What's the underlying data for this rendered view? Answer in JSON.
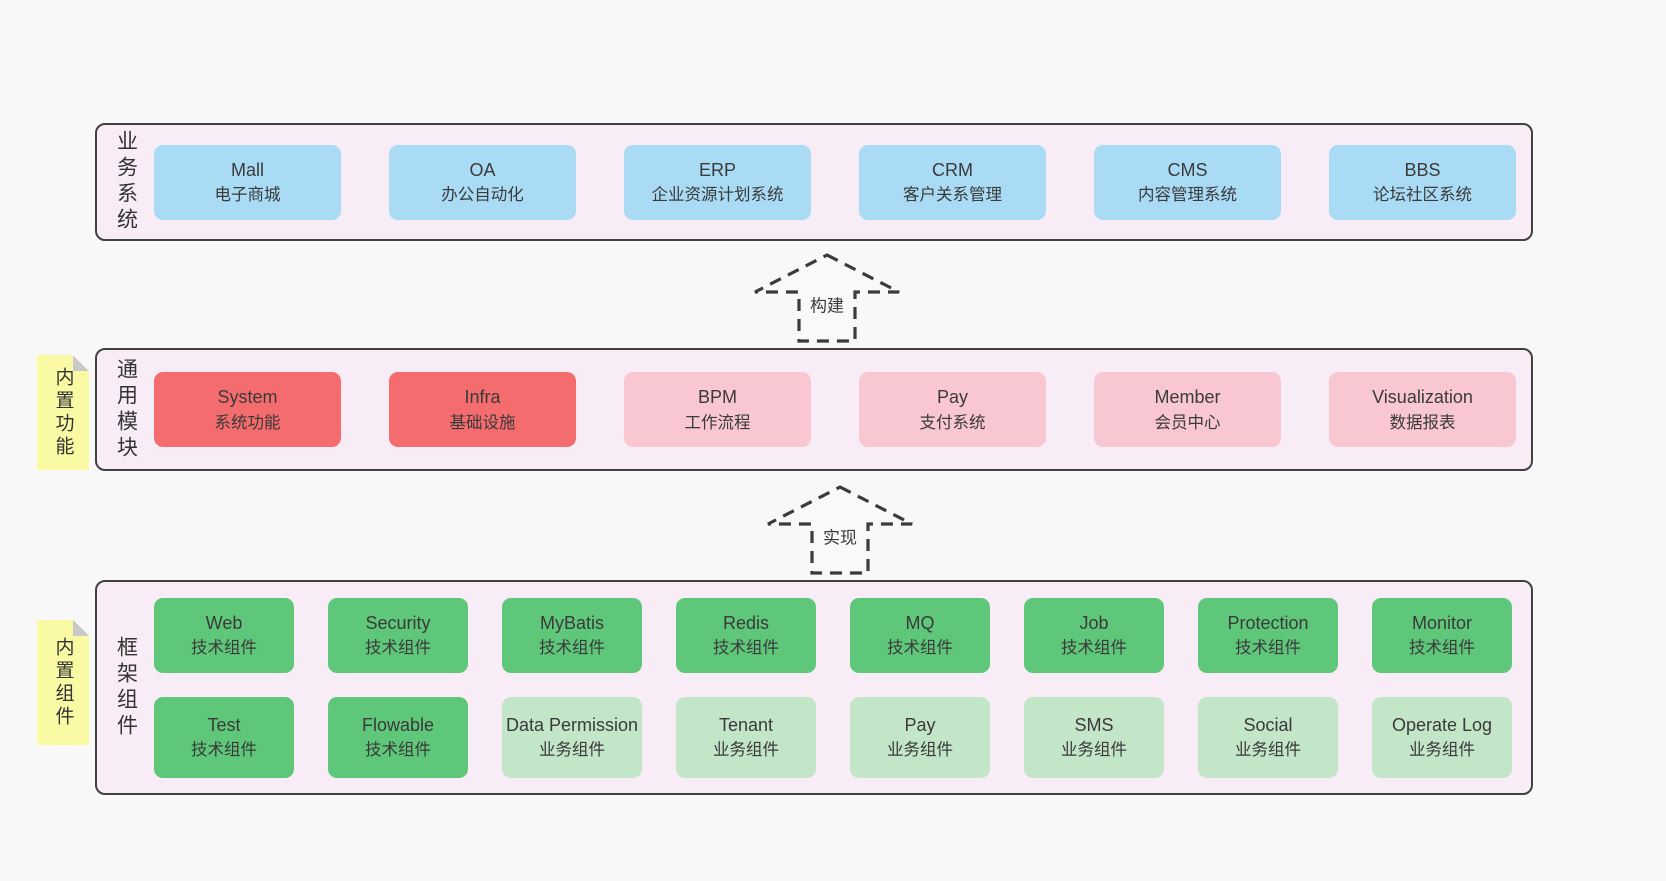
{
  "diagram": {
    "colors": {
      "page_bg": "#f8f8f8",
      "layer_bg": "#f8edf6",
      "layer_border": "#414141",
      "blue": "#a9dbf5",
      "red": "#f56c6e",
      "pink": "#f9c7d1",
      "green": "#5fc77a",
      "lightgreen": "#c3e5c8",
      "sticky_yellow": "#fafaa4",
      "sticky_fold": "#c9c9c9",
      "text": "#3a3a3a"
    },
    "arrows": [
      {
        "label": "构建"
      },
      {
        "label": "实现"
      }
    ],
    "layers": [
      {
        "key": "business",
        "label": "业务系统",
        "sticky": null,
        "rows": [
          [
            {
              "title": "Mall",
              "subtitle": "电子商城",
              "variant": "blue"
            },
            {
              "title": "OA",
              "subtitle": "办公自动化",
              "variant": "blue"
            },
            {
              "title": "ERP",
              "subtitle": "企业资源计划系统",
              "variant": "blue"
            },
            {
              "title": "CRM",
              "subtitle": "客户关系管理",
              "variant": "blue"
            },
            {
              "title": "CMS",
              "subtitle": "内容管理系统",
              "variant": "blue"
            },
            {
              "title": "BBS",
              "subtitle": "论坛社区系统",
              "variant": "blue"
            }
          ]
        ]
      },
      {
        "key": "common",
        "label": "通用模块",
        "sticky": "内置功能",
        "rows": [
          [
            {
              "title": "System",
              "subtitle": "系统功能",
              "variant": "red"
            },
            {
              "title": "Infra",
              "subtitle": "基础设施",
              "variant": "red"
            },
            {
              "title": "BPM",
              "subtitle": "工作流程",
              "variant": "pink"
            },
            {
              "title": "Pay",
              "subtitle": "支付系统",
              "variant": "pink"
            },
            {
              "title": "Member",
              "subtitle": "会员中心",
              "variant": "pink"
            },
            {
              "title": "Visualization",
              "subtitle": "数据报表",
              "variant": "pink"
            }
          ]
        ]
      },
      {
        "key": "framework",
        "label": "框架组件",
        "sticky": "内置组件",
        "rows": [
          [
            {
              "title": "Web",
              "subtitle": "技术组件",
              "variant": "green"
            },
            {
              "title": "Security",
              "subtitle": "技术组件",
              "variant": "green"
            },
            {
              "title": "MyBatis",
              "subtitle": "技术组件",
              "variant": "green"
            },
            {
              "title": "Redis",
              "subtitle": "技术组件",
              "variant": "green"
            },
            {
              "title": "MQ",
              "subtitle": "技术组件",
              "variant": "green"
            },
            {
              "title": "Job",
              "subtitle": "技术组件",
              "variant": "green"
            },
            {
              "title": "Protection",
              "subtitle": "技术组件",
              "variant": "green"
            },
            {
              "title": "Monitor",
              "subtitle": "技术组件",
              "variant": "green"
            }
          ],
          [
            {
              "title": "Test",
              "subtitle": "技术组件",
              "variant": "green"
            },
            {
              "title": "Flowable",
              "subtitle": "技术组件",
              "variant": "green"
            },
            {
              "title": "Data Permission",
              "subtitle": "业务组件",
              "variant": "lightgreen"
            },
            {
              "title": "Tenant",
              "subtitle": "业务组件",
              "variant": "lightgreen"
            },
            {
              "title": "Pay",
              "subtitle": "业务组件",
              "variant": "lightgreen"
            },
            {
              "title": "SMS",
              "subtitle": "业务组件",
              "variant": "lightgreen"
            },
            {
              "title": "Social",
              "subtitle": "业务组件",
              "variant": "lightgreen"
            },
            {
              "title": "Operate Log",
              "subtitle": "业务组件",
              "variant": "lightgreen"
            }
          ]
        ]
      }
    ]
  }
}
